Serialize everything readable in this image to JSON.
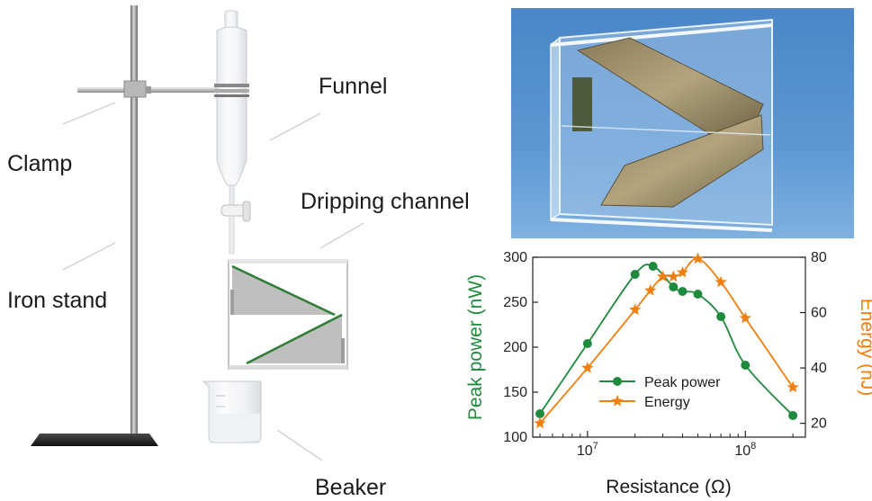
{
  "labels": {
    "clamp": "Clamp",
    "iron_stand": "Iron stand",
    "funnel": "Funnel",
    "dripping_channel": "Dripping channel",
    "beaker": "Beaker"
  },
  "colors": {
    "green": "#1e8a3c",
    "orange": "#f07f0f",
    "plate_green": "#2e7d32"
  },
  "chart_data": {
    "type": "line",
    "xlabel": "Resistance (Ω)",
    "ylabel_left": "Peak power (nW)",
    "ylabel_right": "Energy (nJ)",
    "x_scale": "log",
    "xlim": [
      4500000,
      240000000
    ],
    "ylim_left": [
      100,
      300
    ],
    "ylim_right": [
      15,
      80
    ],
    "x_ticks": [
      10000000,
      100000000
    ],
    "x_tick_labels": [
      {
        "base": "10",
        "exp": "7"
      },
      {
        "base": "10",
        "exp": "8"
      }
    ],
    "y_ticks_left": [
      "100",
      "150",
      "200",
      "250",
      "300"
    ],
    "y_ticks_right": [
      "20",
      "40",
      "60",
      "80"
    ],
    "legend_position": "center",
    "series": [
      {
        "name": "Peak power",
        "axis": "left",
        "marker": "circle",
        "x": [
          5000000,
          10000000,
          20000000,
          26000000,
          35000000,
          40000000,
          50000000,
          70000000,
          100000000,
          200000000
        ],
        "y": [
          126,
          204,
          281,
          290,
          267,
          262,
          259,
          234,
          180,
          124
        ]
      },
      {
        "name": "Energy",
        "axis": "right",
        "marker": "star",
        "x": [
          5000000,
          10000000,
          20000000,
          25000000,
          30000000,
          35000000,
          40000000,
          50000000,
          70000000,
          100000000,
          200000000
        ],
        "y": [
          20,
          40,
          61,
          68,
          73,
          73,
          74.5,
          79.5,
          71,
          58,
          33
        ]
      }
    ]
  }
}
